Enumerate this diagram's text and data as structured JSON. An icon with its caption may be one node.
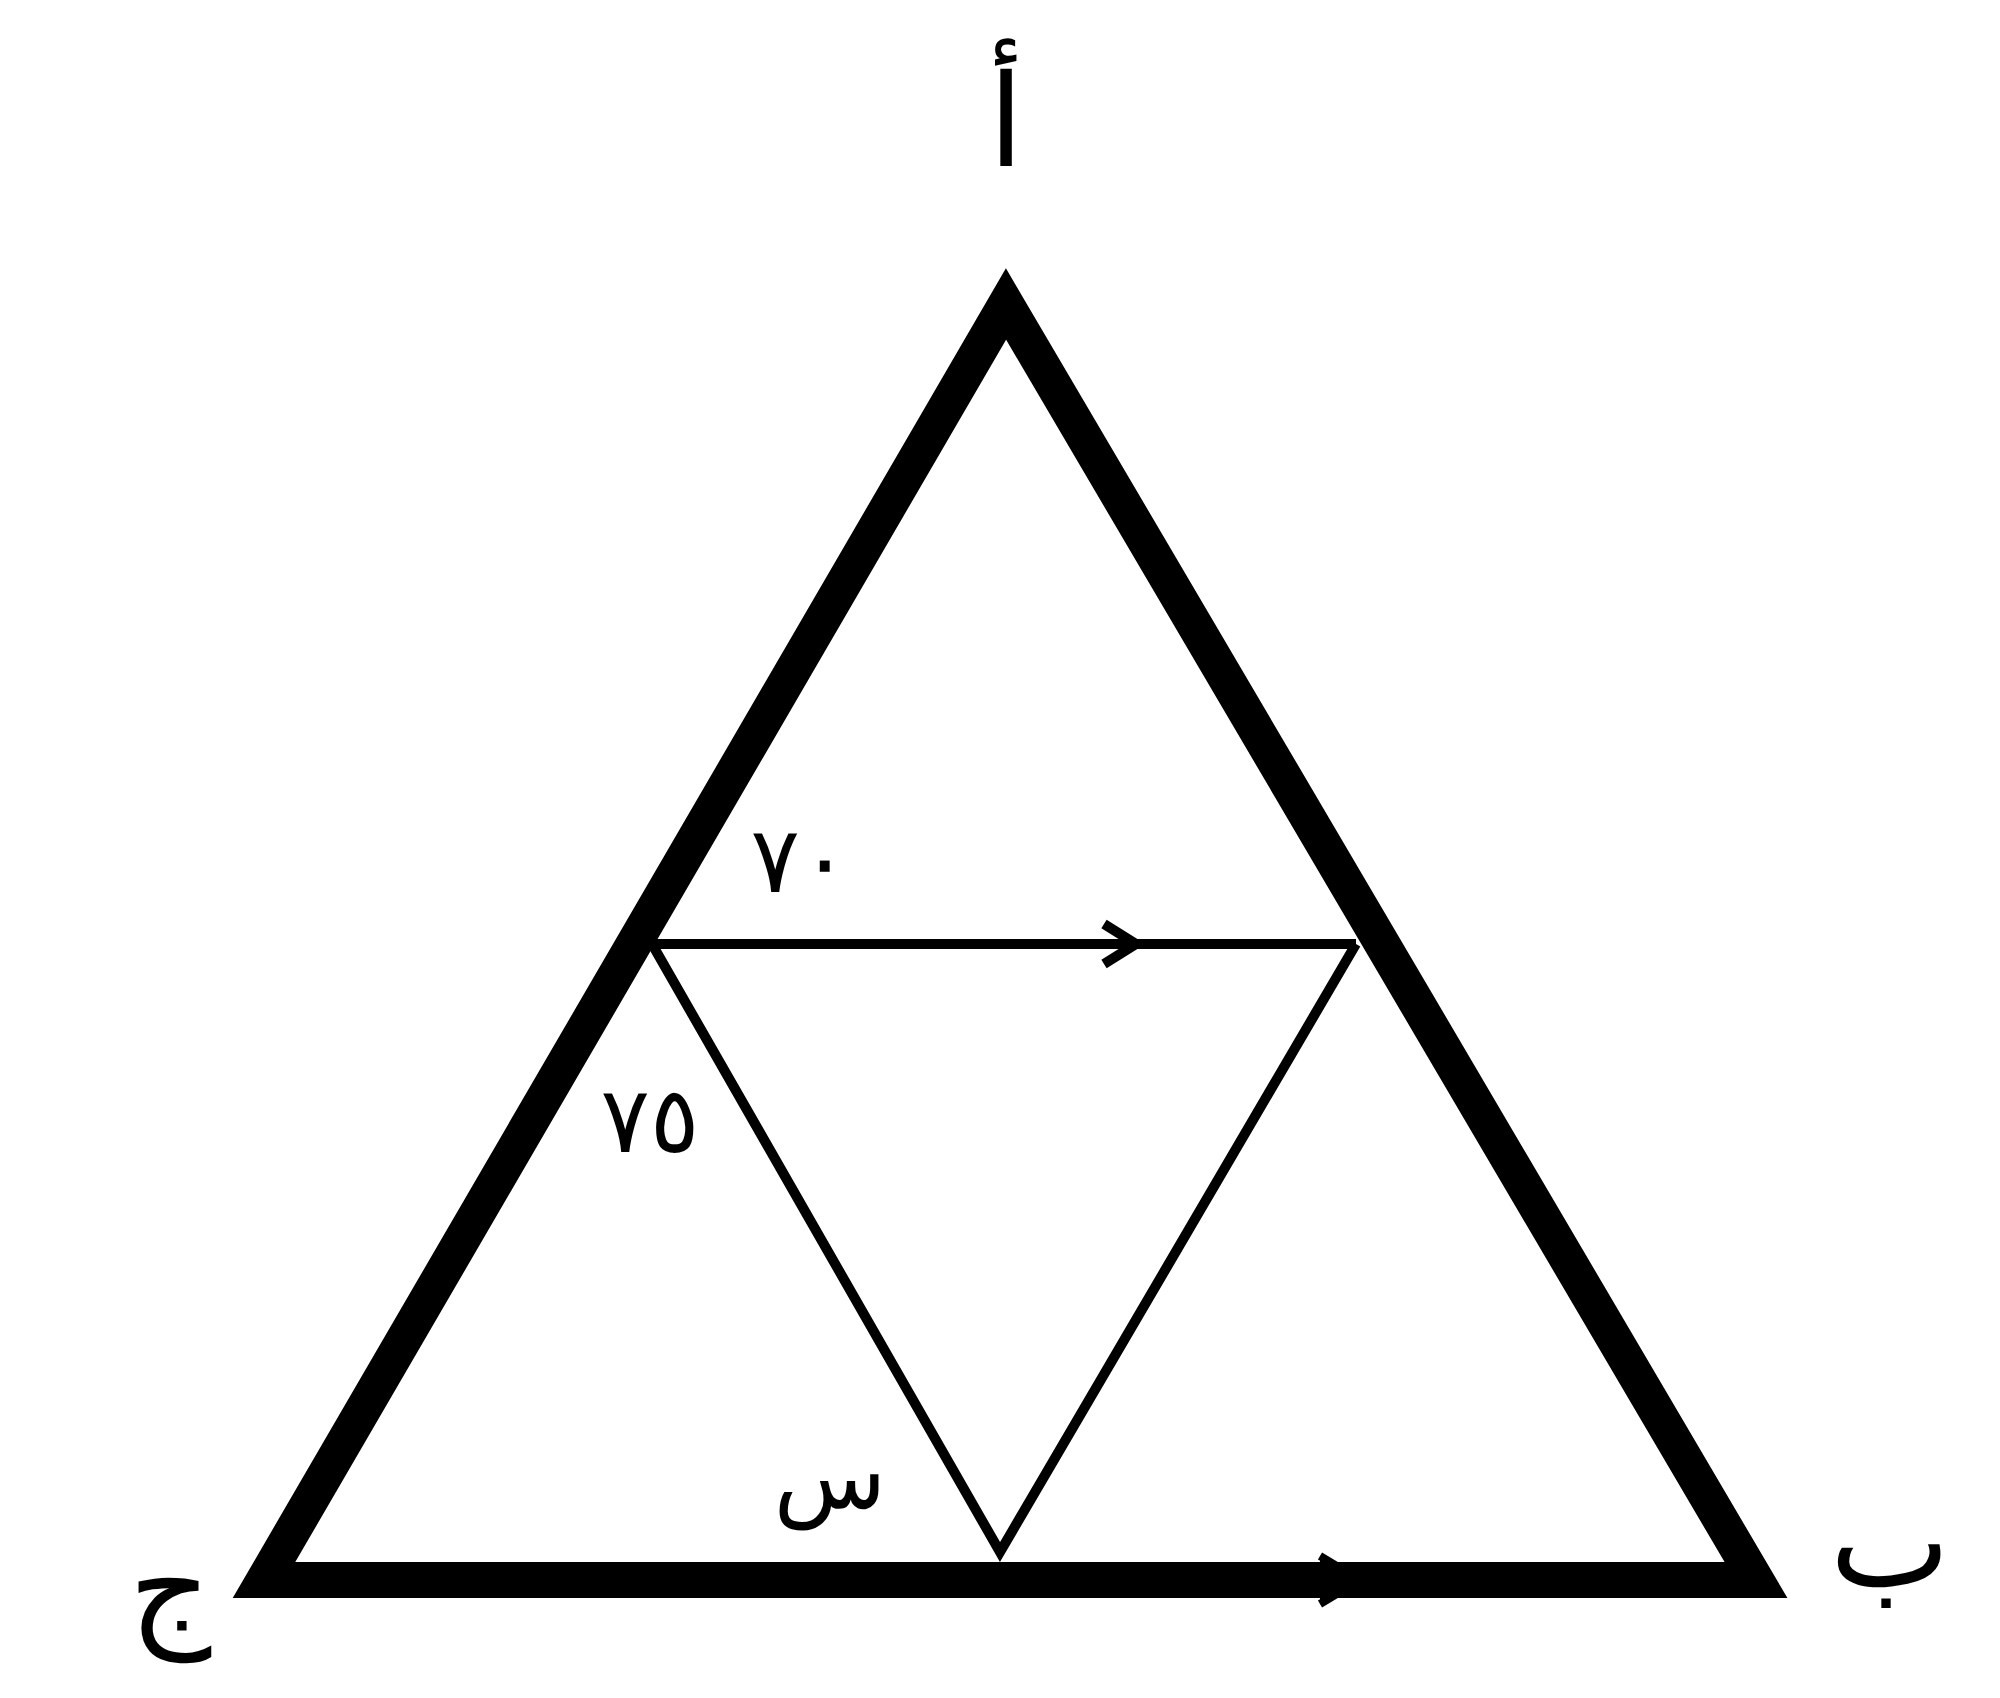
{
  "diagram": {
    "labels": [
      "أ",
      "٧٠",
      "٧٥",
      "س",
      "ب",
      "ج"
    ]
  }
}
